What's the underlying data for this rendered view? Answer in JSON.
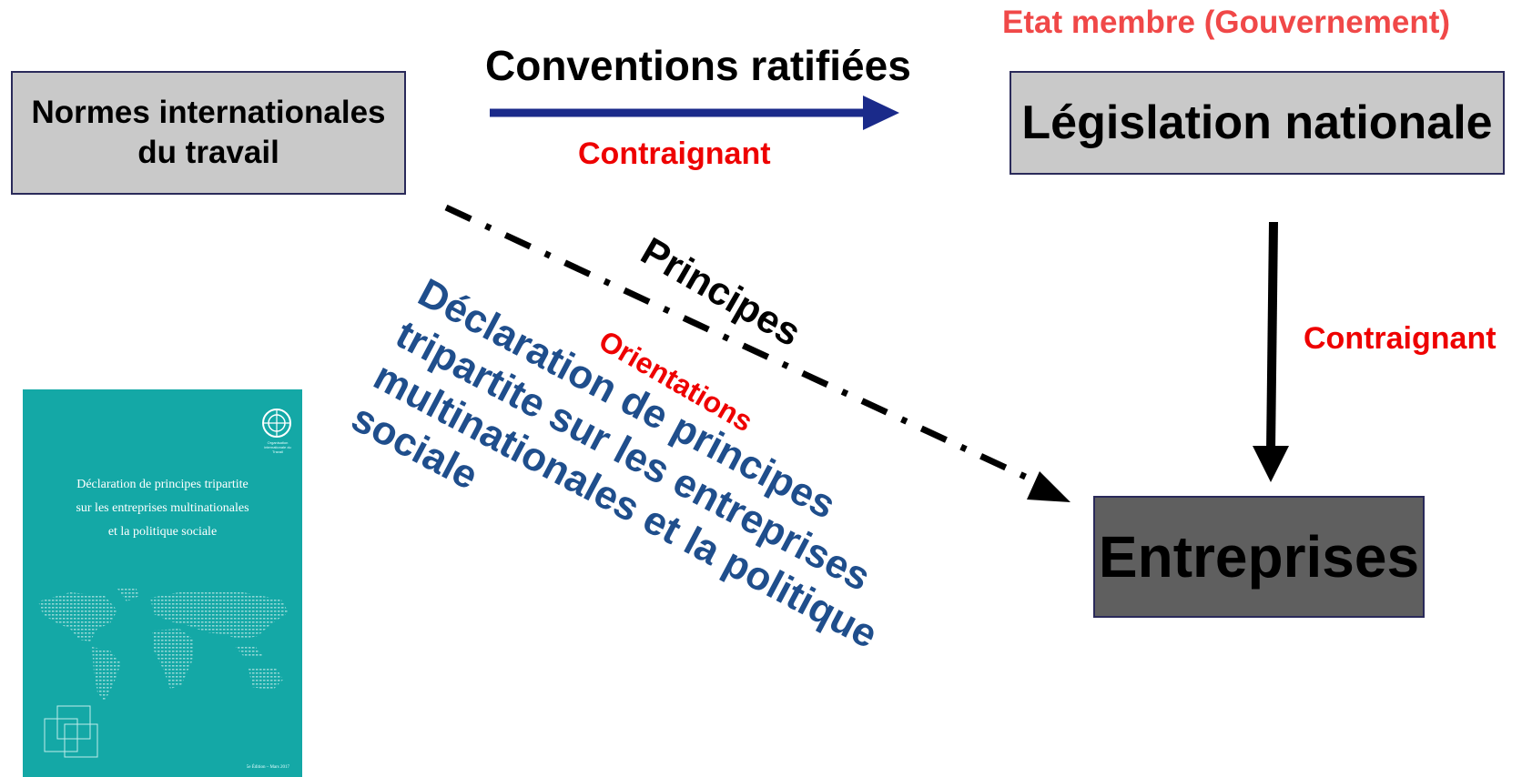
{
  "nodes": {
    "normes": [
      "Normes internationales",
      "du travail"
    ],
    "legislation": "Législation nationale",
    "entreprises": "Entreprises"
  },
  "labels": {
    "conventions": "Conventions ratifiées",
    "contraignant_top": "Contraignant",
    "etat_membre": "Etat membre (Gouvernement)",
    "contraignant_right": "Contraignant",
    "principes": "Principes",
    "orientations": "Orientations"
  },
  "declaration_lines": [
    "Déclaration de principes",
    "tripartite sur les entreprises",
    "multinationales et la politique",
    "sociale"
  ],
  "book": {
    "title_lines": [
      "Déclaration de principes tripartite",
      "sur les entreprises multinationales",
      "et la politique sociale"
    ],
    "logo_text": "Organisation internationale du Travail",
    "edition": "5e Édition – Mars 2017"
  },
  "colors": {
    "box_gray": "#c9c9c9",
    "box_dark": "#5f5f5f",
    "arrow_blue": "#1a2a8a",
    "red": "#ee0000",
    "etat_red": "#f04848",
    "declaration_blue": "#1f4e8c",
    "book_teal": "#14a8a6"
  }
}
